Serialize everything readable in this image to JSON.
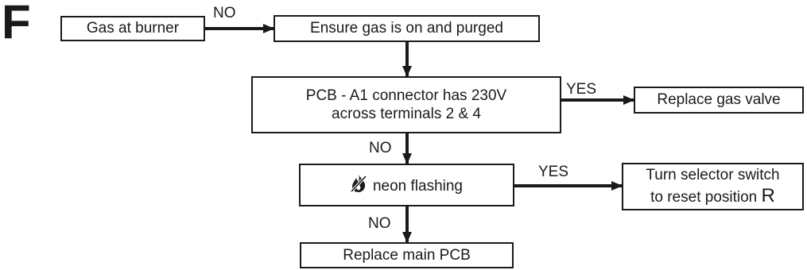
{
  "section_letter": "F",
  "nodes": {
    "gas_at_burner": "Gas at burner",
    "ensure_gas": "Ensure gas is on and purged",
    "pcb_a1": {
      "line1": "PCB - A1 connector has 230V",
      "line2": "across terminals 2 & 4"
    },
    "replace_gas_valve": "Replace gas valve",
    "neon_flashing": {
      "icon": "flame-icon",
      "text": "neon flashing"
    },
    "turn_selector": {
      "line1": "Turn selector switch",
      "line2_text": "to reset position ",
      "line2_symbol": "R"
    },
    "replace_main_pcb": "Replace main PCB"
  },
  "edge_labels": {
    "gas_no": "NO",
    "pcb_yes": "YES",
    "pcb_no": "NO",
    "neon_yes": "YES",
    "neon_no": "NO"
  },
  "colors": {
    "ink": "#1a1a1a",
    "background": "#ffffff"
  }
}
